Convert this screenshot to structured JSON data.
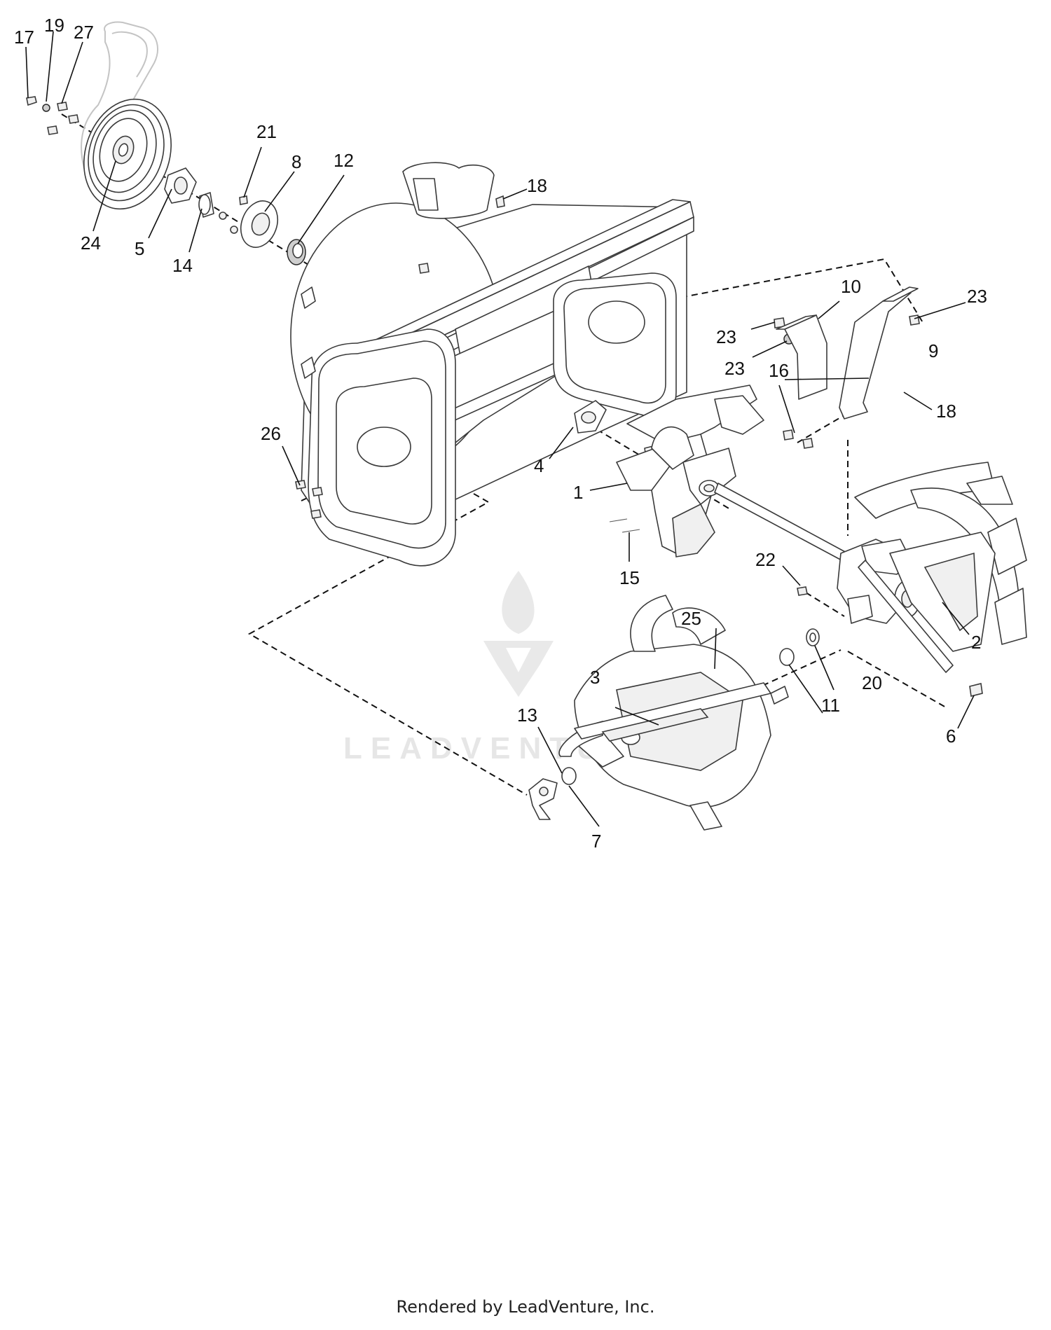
{
  "watermark": "LEADVENTURE",
  "footer": "Rendered by LeadVenture, Inc.",
  "callouts": {
    "c1": "1",
    "c2": "2",
    "c3": "3",
    "c4": "4",
    "c5": "5",
    "c6": "6",
    "c7": "7",
    "c8": "8",
    "c9": "9",
    "c10": "10",
    "c11": "11",
    "c12": "12",
    "c13": "13",
    "c14": "14",
    "c15": "15",
    "c16": "16",
    "c17": "17",
    "c18a": "18",
    "c18b": "18",
    "c19": "19",
    "c20": "20",
    "c21": "21",
    "c22": "22",
    "c23a": "23",
    "c23b": "23",
    "c23c": "23",
    "c24": "24",
    "c25": "25",
    "c26": "26",
    "c27": "27"
  }
}
